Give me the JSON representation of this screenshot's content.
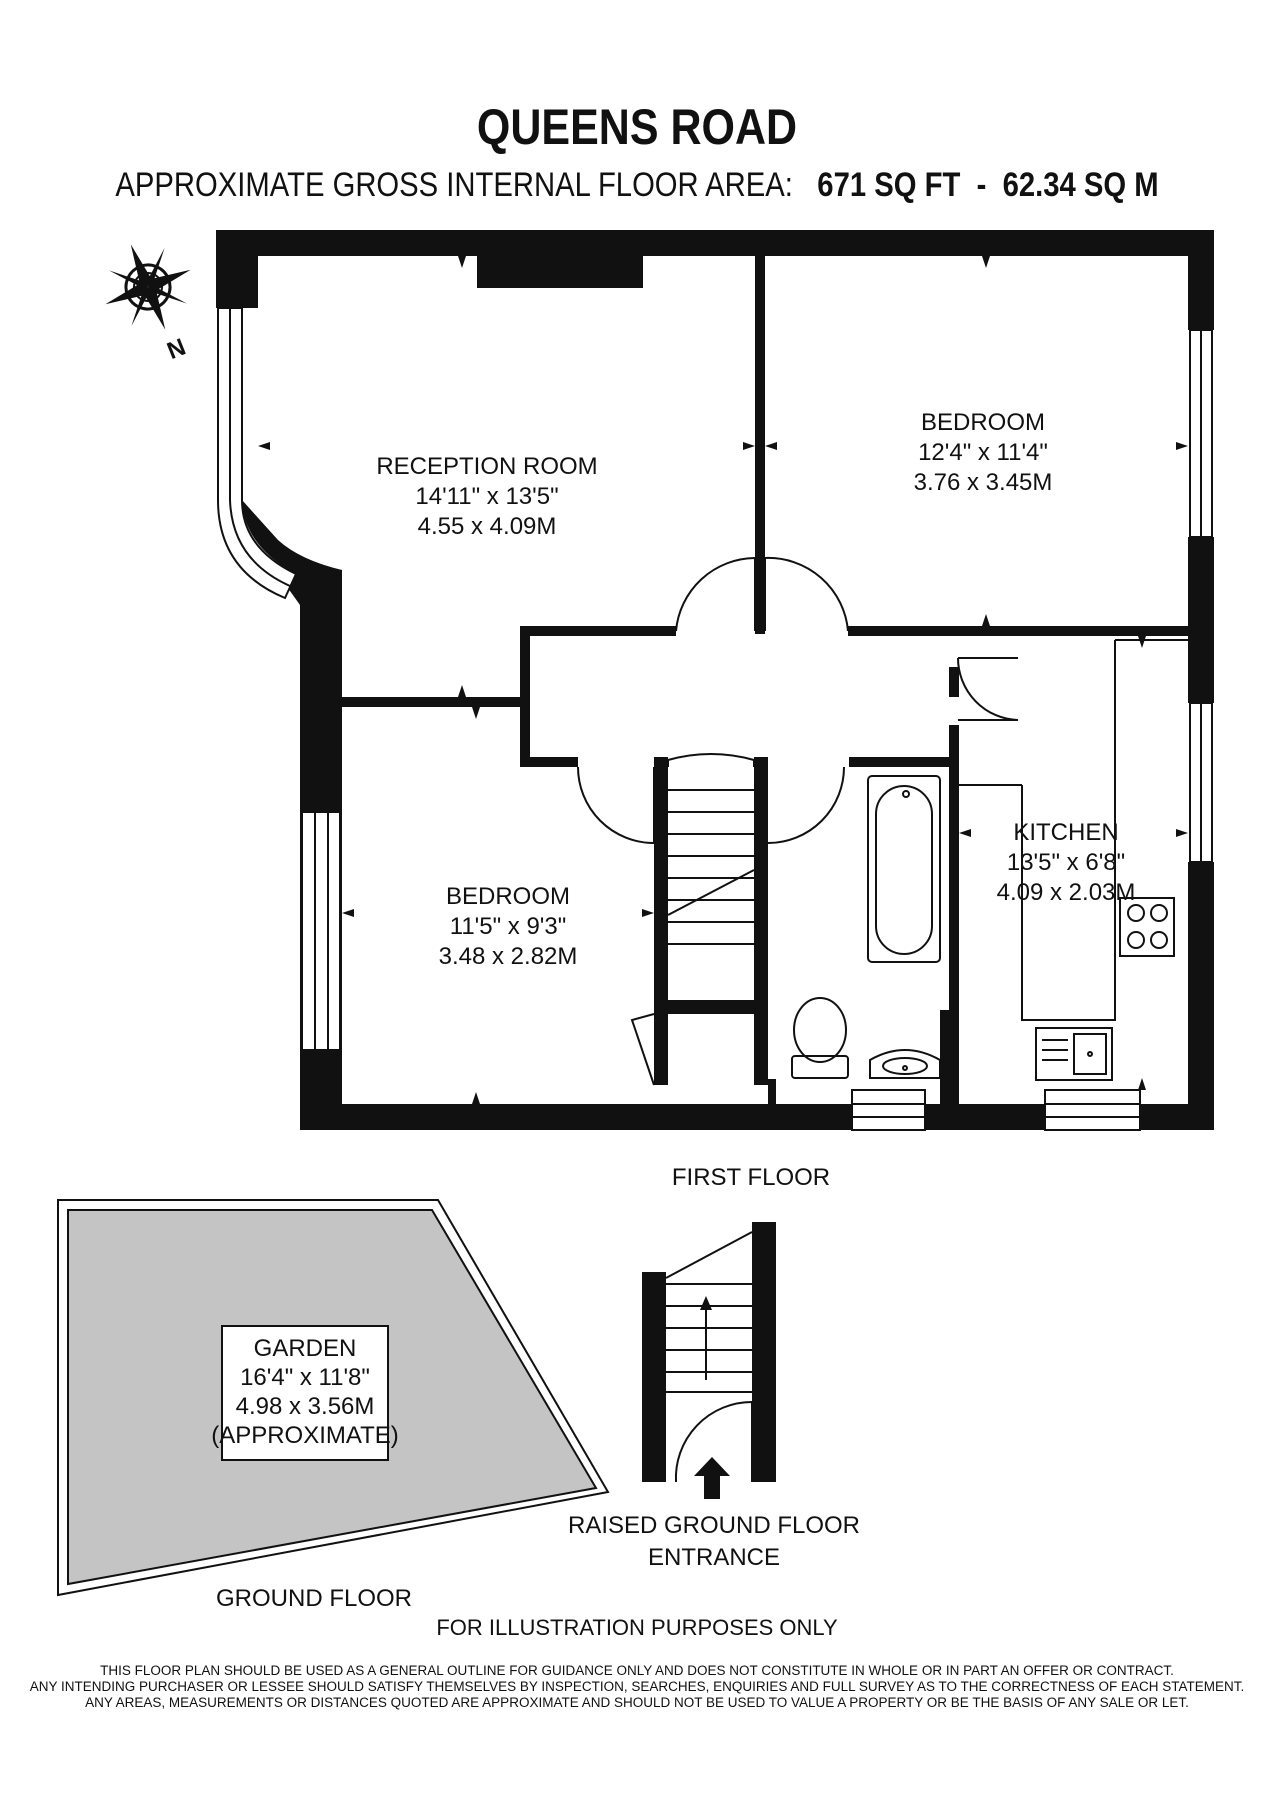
{
  "header": {
    "title": "QUEENS ROAD",
    "area_prefix": "APPROXIMATE GROSS INTERNAL FLOOR AREA:",
    "area_sqft": "671 SQ FT",
    "area_sep": "-",
    "area_sqm": "62.34 SQ M"
  },
  "compass": {
    "north_label": "N"
  },
  "rooms": {
    "reception": {
      "name": "RECEPTION ROOM",
      "imperial": "14'11\" x 13'5\"",
      "metric": "4.55 x 4.09M"
    },
    "bedroom1": {
      "name": "BEDROOM",
      "imperial": "12'4\" x 11'4\"",
      "metric": "3.76 x 3.45M"
    },
    "bedroom2": {
      "name": "BEDROOM",
      "imperial": "11'5\" x 9'3\"",
      "metric": "3.48 x 2.82M"
    },
    "kitchen": {
      "name": "KITCHEN",
      "imperial": "13'5\" x 6'8\"",
      "metric": "4.09 x 2.03M"
    },
    "garden": {
      "name": "GARDEN",
      "imperial": "16'4\" x 11'8\"",
      "metric": "4.98 x 3.56M",
      "note": "(APPROXIMATE)"
    }
  },
  "floors": {
    "first": "FIRST FLOOR",
    "ground": "GROUND FLOOR",
    "raised_line1": "RAISED GROUND FLOOR",
    "raised_line2": "ENTRANCE"
  },
  "footer": {
    "illustration": "FOR ILLUSTRATION PURPOSES ONLY",
    "disclaimer_1": "THIS FLOOR PLAN SHOULD BE USED AS A GENERAL OUTLINE FOR GUIDANCE ONLY AND DOES NOT CONSTITUTE IN WHOLE OR IN PART AN OFFER OR CONTRACT.",
    "disclaimer_2": "ANY INTENDING PURCHASER OR LESSEE SHOULD SATISFY THEMSELVES BY INSPECTION, SEARCHES, ENQUIRIES AND FULL SURVEY AS TO THE CORRECTNESS OF EACH STATEMENT.",
    "disclaimer_3": "ANY AREAS, MEASUREMENTS OR DISTANCES QUOTED ARE APPROXIMATE AND SHOULD NOT BE USED TO VALUE A PROPERTY OR BE THE BASIS OF ANY SALE OR LET."
  },
  "colors": {
    "wall": "#111111",
    "garden_fill": "#c4c4c4",
    "line": "#111111"
  }
}
